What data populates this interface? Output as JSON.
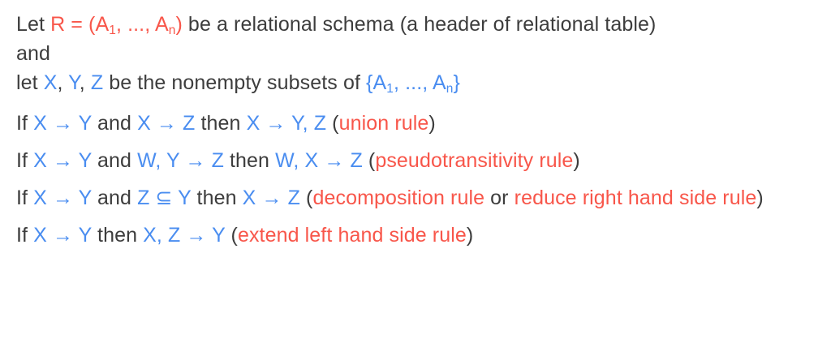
{
  "document": {
    "colors": {
      "text": "#3d3d3d",
      "red": "#f8564a",
      "blue": "#4a8df0",
      "background": "#ffffff"
    },
    "intro": {
      "line1_pre": "Let ",
      "line1_schema": "R = (A",
      "line1_sub1": "1",
      "line1_mid": ", ..., A",
      "line1_sub2": "n",
      "line1_close": ")",
      "line1_post": " be a relational schema (a header of relational table)",
      "line2": "and",
      "line3_pre": "let ",
      "line3_x": "X",
      "line3_sep1": ", ",
      "line3_y": "Y",
      "line3_sep2": ", ",
      "line3_z": "Z",
      "line3_mid": " be the nonempty subsets of ",
      "line3_set_open": "{A",
      "line3_set_sub1": "1",
      "line3_set_mid": ", ..., A",
      "line3_set_sub2": "n",
      "line3_set_close": "}"
    },
    "rules": [
      {
        "id": "union-rule",
        "if_label": "If ",
        "premise1": "X → Y",
        "and_label": " and ",
        "premise2": "X → Z",
        "then_label": " then ",
        "conclusion": "X → Y, Z",
        "paren_open": " (",
        "name": "union rule",
        "paren_close": ")"
      },
      {
        "id": "pseudotransitivity-rule",
        "if_label": "If ",
        "premise1": "X → Y",
        "and_label": " and ",
        "premise2": "W, Y → Z",
        "then_label": " then ",
        "conclusion": "W, X → Z",
        "paren_open": " (",
        "name": "pseudotransitivity rule",
        "paren_close": ")"
      },
      {
        "id": "decomposition-rule",
        "if_label": "If ",
        "premise1": "X → Y",
        "and_label": " and ",
        "premise2": "Z ⊆ Y",
        "then_label": " then ",
        "conclusion": "X → Z",
        "paren_open": " (",
        "name": "decomposition rule",
        "or_label": " or ",
        "alt_name": "reduce right hand side rule",
        "paren_close": ")"
      },
      {
        "id": "extend-left-hand-side-rule",
        "if_label": "If ",
        "premise1": "X → Y",
        "then_label": " then ",
        "conclusion": "X, Z → Y",
        "paren_open": " (",
        "name": "extend left hand side rule",
        "paren_close": ")"
      }
    ]
  }
}
